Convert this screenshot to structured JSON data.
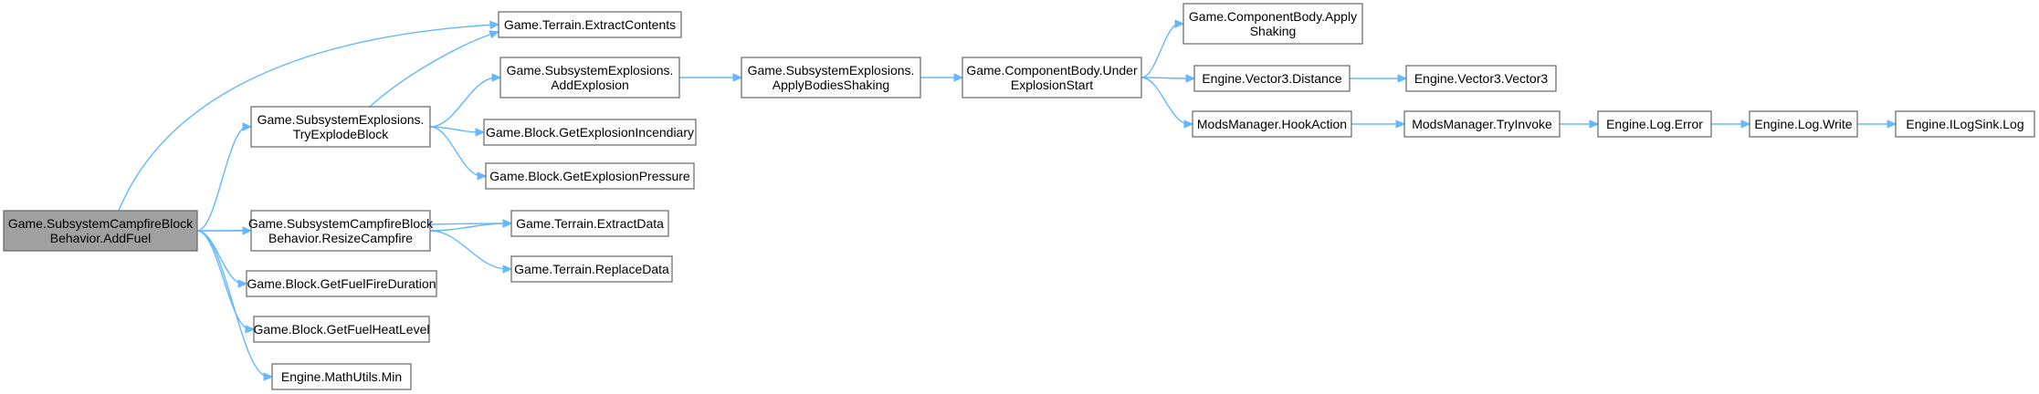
{
  "graph": {
    "nodes": [
      {
        "id": "root",
        "lines": [
          "Game.SubsystemCampfireBlock",
          "Behavior.AddFuel"
        ],
        "root": true
      },
      {
        "id": "extract_contents",
        "lines": [
          "Game.Terrain.ExtractContents"
        ]
      },
      {
        "id": "try_explode",
        "lines": [
          "Game.SubsystemExplosions.",
          "TryExplodeBlock"
        ]
      },
      {
        "id": "add_explosion",
        "lines": [
          "Game.SubsystemExplosions.",
          "AddExplosion"
        ]
      },
      {
        "id": "apply_bodies_shaking",
        "lines": [
          "Game.SubsystemExplosions.",
          "ApplyBodiesShaking"
        ]
      },
      {
        "id": "under_explosion_start",
        "lines": [
          "Game.ComponentBody.Under",
          "ExplosionStart"
        ]
      },
      {
        "id": "apply_shaking",
        "lines": [
          "Game.ComponentBody.Apply",
          "Shaking"
        ]
      },
      {
        "id": "vector3_distance",
        "lines": [
          "Engine.Vector3.Distance"
        ]
      },
      {
        "id": "vector3_ctor",
        "lines": [
          "Engine.Vector3.Vector3"
        ]
      },
      {
        "id": "hook_action",
        "lines": [
          "ModsManager.HookAction"
        ]
      },
      {
        "id": "try_invoke",
        "lines": [
          "ModsManager.TryInvoke"
        ]
      },
      {
        "id": "log_error",
        "lines": [
          "Engine.Log.Error"
        ]
      },
      {
        "id": "log_write",
        "lines": [
          "Engine.Log.Write"
        ]
      },
      {
        "id": "ilogsink_log",
        "lines": [
          "Engine.ILogSink.Log"
        ]
      },
      {
        "id": "explosion_incendiary",
        "lines": [
          "Game.Block.GetExplosionIncendiary"
        ]
      },
      {
        "id": "explosion_pressure",
        "lines": [
          "Game.Block.GetExplosionPressure"
        ]
      },
      {
        "id": "extract_data",
        "lines": [
          "Game.Terrain.ExtractData"
        ]
      },
      {
        "id": "resize_campfire",
        "lines": [
          "Game.SubsystemCampfireBlock",
          "Behavior.ResizeCampfire"
        ]
      },
      {
        "id": "replace_data",
        "lines": [
          "Game.Terrain.ReplaceData"
        ]
      },
      {
        "id": "fuel_fire_duration",
        "lines": [
          "Game.Block.GetFuelFireDuration"
        ]
      },
      {
        "id": "fuel_heat_level",
        "lines": [
          "Game.Block.GetFuelHeatLevel"
        ]
      },
      {
        "id": "math_min",
        "lines": [
          "Engine.MathUtils.Min"
        ]
      }
    ],
    "edges": [
      {
        "from": "root",
        "to": "extract_contents"
      },
      {
        "from": "root",
        "to": "try_explode"
      },
      {
        "from": "root",
        "to": "extract_data"
      },
      {
        "from": "root",
        "to": "resize_campfire"
      },
      {
        "from": "root",
        "to": "fuel_fire_duration"
      },
      {
        "from": "root",
        "to": "fuel_heat_level"
      },
      {
        "from": "root",
        "to": "math_min"
      },
      {
        "from": "try_explode",
        "to": "extract_contents"
      },
      {
        "from": "try_explode",
        "to": "add_explosion"
      },
      {
        "from": "try_explode",
        "to": "explosion_incendiary"
      },
      {
        "from": "try_explode",
        "to": "explosion_pressure"
      },
      {
        "from": "add_explosion",
        "to": "apply_bodies_shaking"
      },
      {
        "from": "apply_bodies_shaking",
        "to": "under_explosion_start"
      },
      {
        "from": "under_explosion_start",
        "to": "apply_shaking"
      },
      {
        "from": "under_explosion_start",
        "to": "vector3_distance"
      },
      {
        "from": "under_explosion_start",
        "to": "hook_action"
      },
      {
        "from": "vector3_distance",
        "to": "vector3_ctor"
      },
      {
        "from": "hook_action",
        "to": "try_invoke"
      },
      {
        "from": "try_invoke",
        "to": "log_error"
      },
      {
        "from": "log_error",
        "to": "log_write"
      },
      {
        "from": "log_write",
        "to": "ilogsink_log"
      },
      {
        "from": "resize_campfire",
        "to": "extract_data"
      },
      {
        "from": "resize_campfire",
        "to": "replace_data"
      }
    ],
    "colors": {
      "edge": "#63b8ff",
      "node_border": "#666666",
      "root_fill": "#a0a0a0",
      "node_fill": "#ffffff"
    }
  }
}
